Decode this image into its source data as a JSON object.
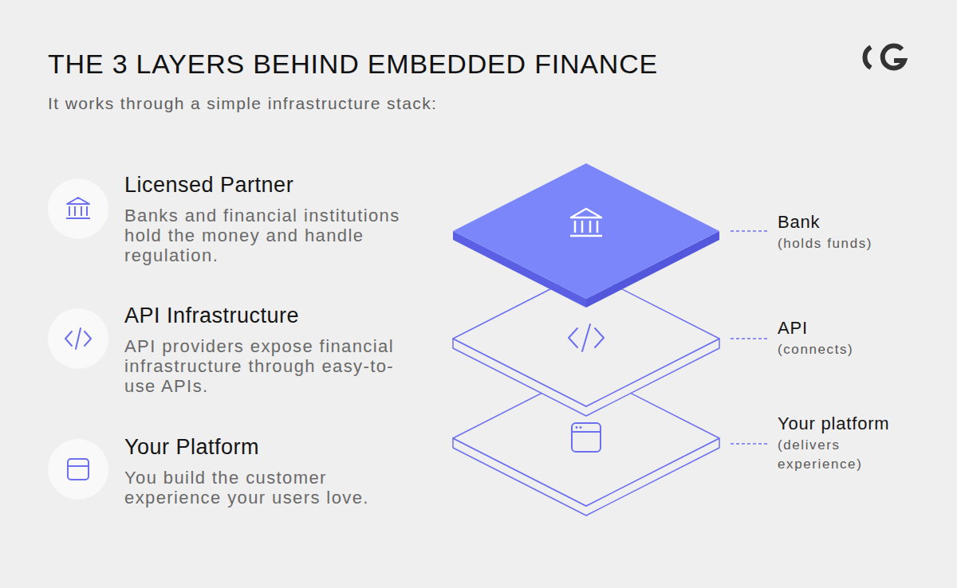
{
  "diagram": {
    "title": "THE 3 LAYERS BEHIND EMBEDDED FINANCE",
    "nodes": [
      {
        "text": [
          "Bank",
          "(holds funds)"
        ]
      },
      {
        "text": [
          "API",
          "(connects)"
        ]
      },
      {
        "text": [
          "Your platform",
          "(delivers experience)"
        ]
      }
    ],
    "labels": [
      "It works through a simple infrastructure stack:",
      "Licensed Partner",
      "Banks and financial institutions hold the money and handle regulation.",
      "API Infrastructure",
      "API providers expose financial infrastructure through easy-to-use APIs.",
      "Your Platform",
      "You build the customer experience your users love."
    ]
  }
}
